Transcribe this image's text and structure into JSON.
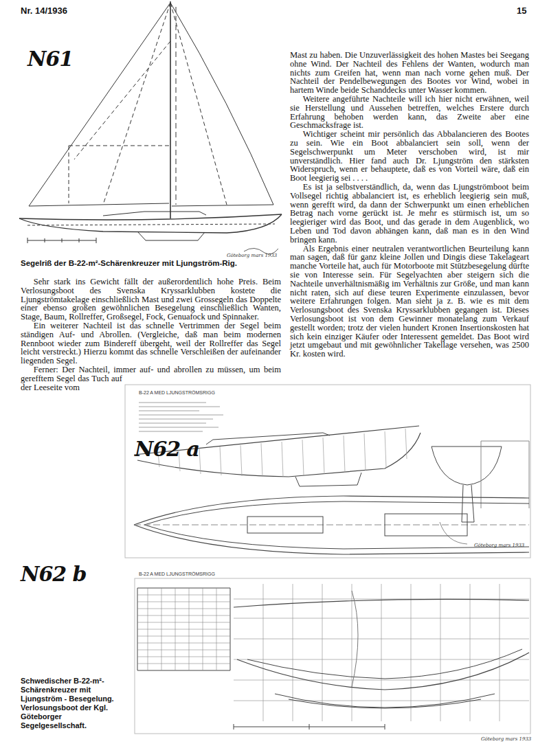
{
  "diagram": {
    "labels": [
      "Nr. 14/1936",
      "15",
      "N61",
      "Segelriß der B-22-m²-Schärenkreuzer mit Ljungström-Rig.",
      "Sehr stark ins Gewicht fällt der außerordentlich hohe Preis. Beim Verlosungsboot des Svenska Kryssarklubben kostete die Ljungströmtakelage einschließlich Mast und zwei Grossegeln das Doppelte einer ebenso großen gewöhnlichen Besegelung einschließlich Wanten, Stage, Baum, Rollreffer, Großsegel, Fock, Genuafock und Spinnaker.",
      "Ein weiterer Nachteil ist das schnelle Vertrimmen der Segel beim ständigen Auf- und Abrollen. (Vergleiche, daß man beim modernen Rennboot wieder zum Bindereff übergeht, weil der Rollreffer das Segel leicht verstreckt.) Hierzu kommt das schnelle Verschleißen der aufeinander liegenden Segel.",
      "Ferner: Der Nachteil, immer auf- und abrollen zu müssen, um beim gerefftem Segel das Tuch auf der Leeseite vom",
      "Mast zu haben. Die Unzuverlässigkeit des hohen Mastes bei Seegang ohne Wind. Der Nachteil des Fehlens der Wanten, wodurch man nichts zum Greifen hat, wenn man nach vorne gehen muß. Der Nachteil der Pendelbewegungen des Bootes vor Wind, wobei in hartem Winde beide Schanddecks unter Wasser kommen.",
      "Weitere angeführte Nachteile will ich hier nicht erwähnen, weil sie Herstellung und Aussehen betreffen, welches Erstere durch Erfahrung behoben werden kann, das Zweite aber eine Geschmacksfrage ist.",
      "Wichtiger scheint mir persönlich das Abbalancieren des Bootes zu sein. Wie ein Boot abbalanciert sein soll, wenn der Segelschwerpunkt um Meter verschoben wird, ist mir unverständlich. Hier fand auch Dr. Ljungström den stärksten Widerspruch, wenn er behauptete, daß es von Vorteil wäre, daß ein Boot leegierig sei . . . .",
      "Es ist ja selbstverständlich, da, wenn das Ljungströmboot beim Vollsegel richtig abbalanciert ist, es erheblich leegierig sein muß, wenn gerefft wird, da dann der Schwerpunkt um einen erheblichen Betrag nach vorne gerückt ist. Je mehr es stürmisch ist, um so leegieriger wird das Boot, und das gerade in dem Augenblick, wo Leben und Tod davon abhängen kann, daß man es in den Wind bringen kann.",
      "Als Ergebnis einer neutralen verantwortlichen Beurteilung kann man sagen, daß für ganz kleine Jollen und Dingis diese Takelageart manche Vorteile hat, auch für Motorboote mit Stützbesegelung dürfte sie von Interesse sein. Für Segelyachten aber steigern sich die Nachteile unverhältnismäßig im Verhältnis zur Größe, und man kann nicht raten, sich auf diese teuren Experimente einzulassen, bevor weitere Erfahrungen folgen. Man sieht ja z. B. wie es mit dem Verlosungsboot des Svenska Kryssarklubben gegangen ist. Dieses Verlosungsboot ist von dem Gewinner monatelang zum Verkauf gestellt worden; trotz der vielen hundert Kronen Insertionskosten hat sich kein einziger Käufer oder Interessent gemeldet. Das Boot wird jetzt umgebaut und mit gewöhnlicher Takellage versehen, was 2500 Kr. kosten wird.",
      "N62 a",
      "B-22 A MED LJUNGSTRÖMSRIGG",
      "N62 b",
      "B-22 A MED LJUNGSTRÖMSRIGG",
      "Schwedischer B-22-m²-Schärenkreuzer mit Ljungström - Besegelung. Verlosungsboot der Kgl. Göteborger Segelgesellschaft.",
      "Göteborg mars 1933",
      "Göteborg mars 1933",
      "Göteborg mars 1933"
    ]
  }
}
